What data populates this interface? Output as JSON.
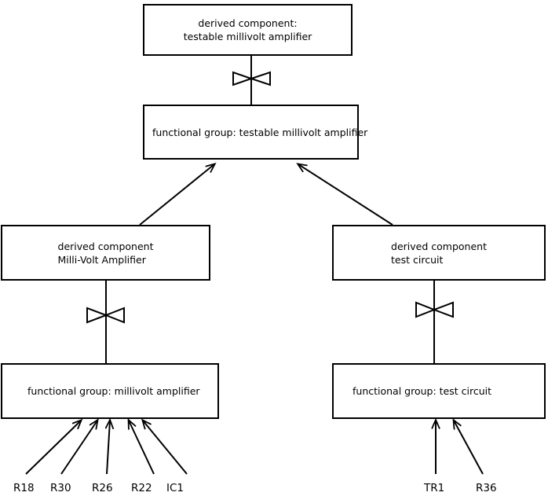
{
  "diagram": {
    "title": "derived component decomposition diagram",
    "type": "block-hierarchy",
    "background_color": "#ffffff",
    "line_color": "#000000",
    "nodes": [
      {
        "id": "derived-testable-millivolt-amplifier",
        "kind": "derived component",
        "line1": "derived component:",
        "line2": "testable millivolt amplifier",
        "align": "center"
      },
      {
        "id": "fg-testable-millivolt-amplifier",
        "kind": "functional group",
        "line1": "functional group: testable millivolt amplifier",
        "line2": "",
        "align": "left"
      },
      {
        "id": "derived-milli-volt-amplifier",
        "kind": "derived component",
        "line1": "derived component",
        "line2": "Milli-Volt Amplifier",
        "align": "left"
      },
      {
        "id": "derived-test-circuit",
        "kind": "derived component",
        "line1": "derived component",
        "line2": "test circuit",
        "align": "left"
      },
      {
        "id": "fg-millivolt-amplifier",
        "kind": "functional group",
        "line1": "functional group: millivolt amplifier",
        "line2": "",
        "align": "left"
      },
      {
        "id": "fg-test-circuit",
        "kind": "functional group",
        "line1": "functional group: test circuit",
        "line2": "",
        "align": "left"
      }
    ],
    "leaf_labels": [
      {
        "id": "leaf-r18",
        "text": "R18"
      },
      {
        "id": "leaf-r30",
        "text": "R30"
      },
      {
        "id": "leaf-r26",
        "text": "R26"
      },
      {
        "id": "leaf-r22",
        "text": "R22"
      },
      {
        "id": "leaf-ic1",
        "text": "IC1"
      },
      {
        "id": "leaf-tr1",
        "text": "TR1"
      },
      {
        "id": "leaf-r36",
        "text": "R36"
      }
    ],
    "connectors": {
      "realization_symbol": "bowtie",
      "realization_count": 3,
      "arrow_symbol": "open-arrowhead",
      "arrow_count": 9
    }
  }
}
